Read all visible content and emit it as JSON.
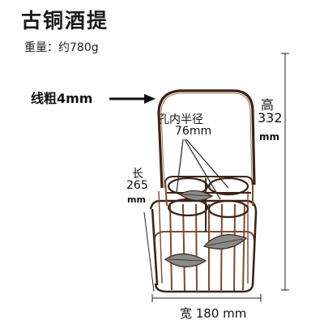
{
  "title": "古铜酒提",
  "weight_text": "重量：约780g",
  "annotations": {
    "wire_thickness": "线粗4mm",
    "hole_radius_label": "孔内半径",
    "hole_radius_value": "76mm",
    "length_label": "长",
    "length_value": "265",
    "length_unit": "mm",
    "height_label": "高",
    "height_value": "332",
    "height_unit": "mm",
    "width_text": "宽 180 mm"
  },
  "colors": {
    "bronze": "#7a4a33",
    "bronze_dark": "#3d2418",
    "bronze_light": "#a8735a",
    "leaf_gray": "#8a8a8a",
    "line": "#222222"
  }
}
